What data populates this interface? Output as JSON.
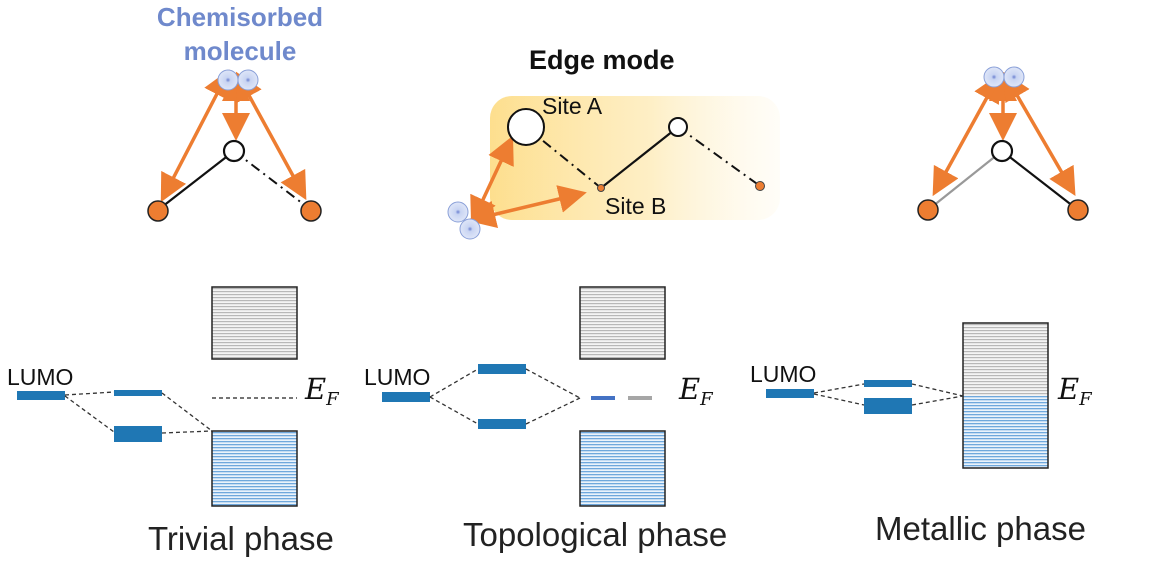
{
  "labels": {
    "chemisorbed_line1": "Chemisorbed",
    "chemisorbed_line2": "molecule",
    "edge_mode": "Edge mode",
    "site_a": "Site A",
    "site_b": "Site B",
    "lumo": "LUMO",
    "fermi_main": "E",
    "fermi_sub": "F"
  },
  "phases": [
    "Trivial phase",
    "Topological phase",
    "Metallic phase"
  ],
  "colors": {
    "arrow": "#ed7d31",
    "atom_orange": "#ed7d31",
    "level_blue": "#1f77b4",
    "band_blue": "#9dc3e6",
    "band_gray": "#d0d0d0",
    "edge_glow": "#fdd97a",
    "chem_text": "#6f89cc"
  }
}
